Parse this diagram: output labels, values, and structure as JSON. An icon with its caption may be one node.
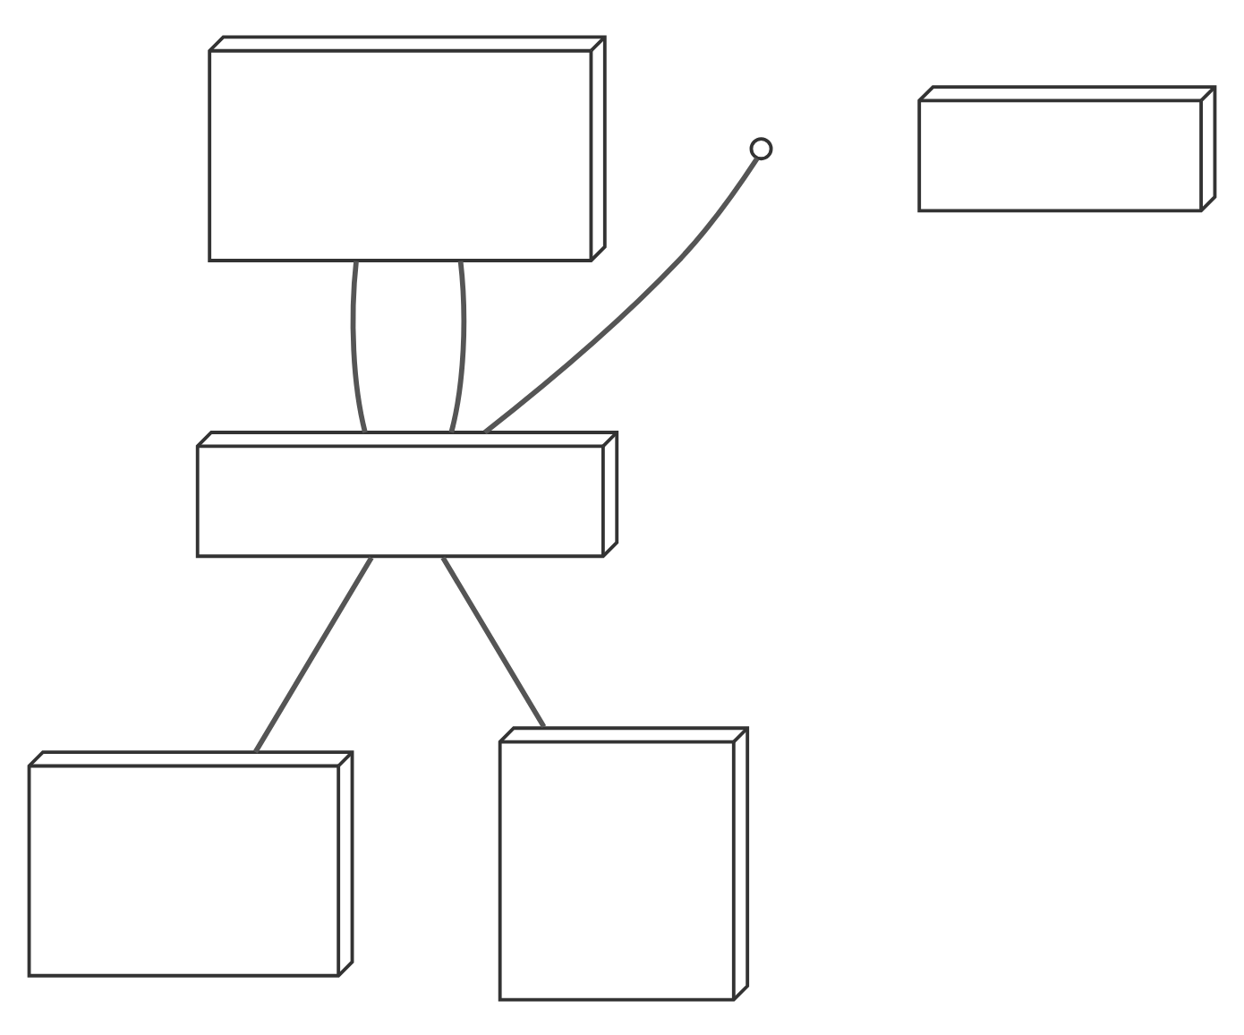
{
  "diagram": {
    "nodes": [
      {
        "text": [],
        "shape": "picture"
      },
      {
        "text": [],
        "shape": "picture"
      },
      {
        "text": [],
        "shape": "picture"
      },
      {
        "text": [],
        "shape": "picture"
      },
      {
        "text": [],
        "shape": "picture"
      }
    ],
    "edges": [
      {
        "from": 0,
        "to": 2,
        "arrow": "none"
      },
      {
        "from": 0,
        "to": 2,
        "arrow": "none"
      },
      {
        "from": null,
        "to": 2,
        "arrow": "none"
      },
      {
        "from": 2,
        "to": 4,
        "arrow": "none"
      },
      {
        "from": 2,
        "to": 3,
        "arrow": "none"
      }
    ]
  }
}
